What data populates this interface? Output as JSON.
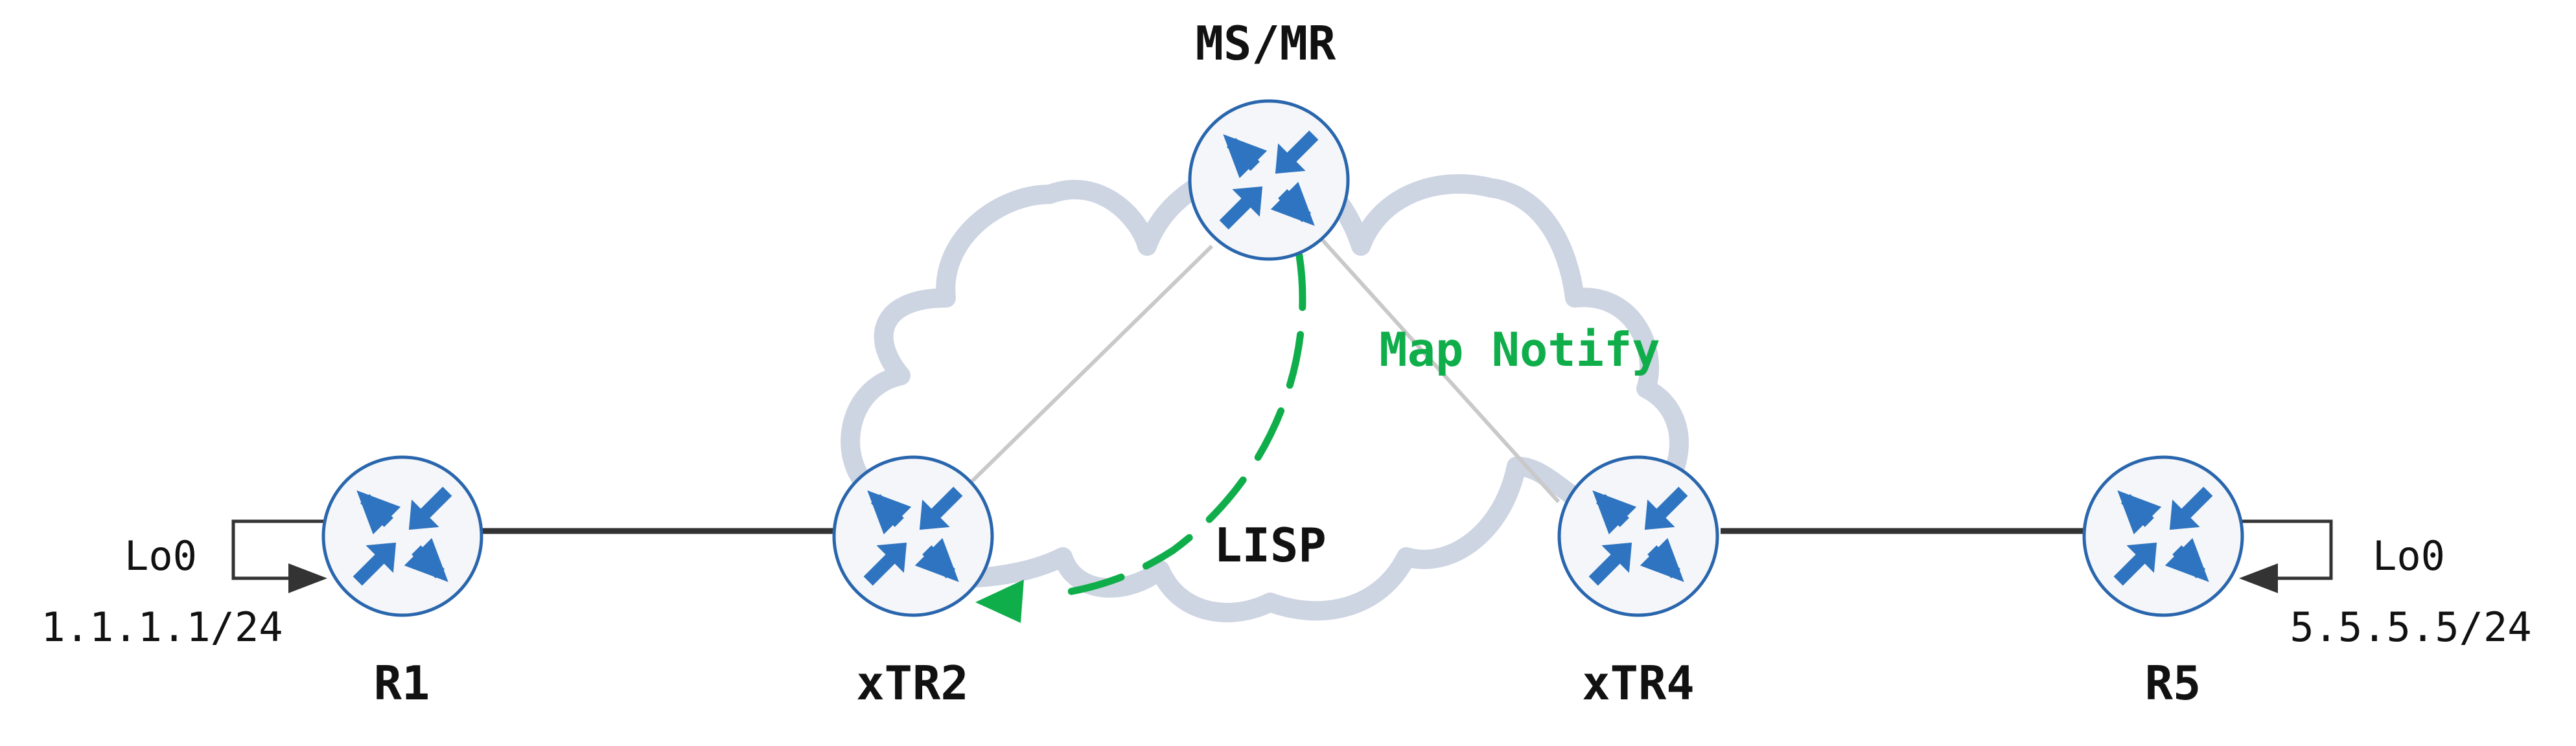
{
  "colors": {
    "router_fill": "#f4f6f9",
    "router_stroke": "#2a66ad",
    "router_arrow": "#2e74c0",
    "cloud": "#cdd4e2",
    "link": "#333333",
    "overlay_link": "#c9c9c9",
    "map_notify": "#0fae4b",
    "loopback_arrow": "#333333"
  },
  "nodes": {
    "msmr": {
      "label": "MS/MR",
      "icon": "router-icon"
    },
    "r1": {
      "label": "R1",
      "icon": "router-icon"
    },
    "xtr2": {
      "label": "xTR2",
      "icon": "router-icon"
    },
    "xtr4": {
      "label": "xTR4",
      "icon": "router-icon"
    },
    "r5": {
      "label": "R5",
      "icon": "router-icon"
    }
  },
  "interfaces": {
    "r1": {
      "name": "Lo0",
      "address": "1.1.1.1/24"
    },
    "r5": {
      "name": "Lo0",
      "address": "5.5.5.5/24"
    }
  },
  "cloud": {
    "label": "LISP"
  },
  "message": {
    "label": "Map Notify",
    "from": "MS/MR",
    "to": "xTR2"
  }
}
